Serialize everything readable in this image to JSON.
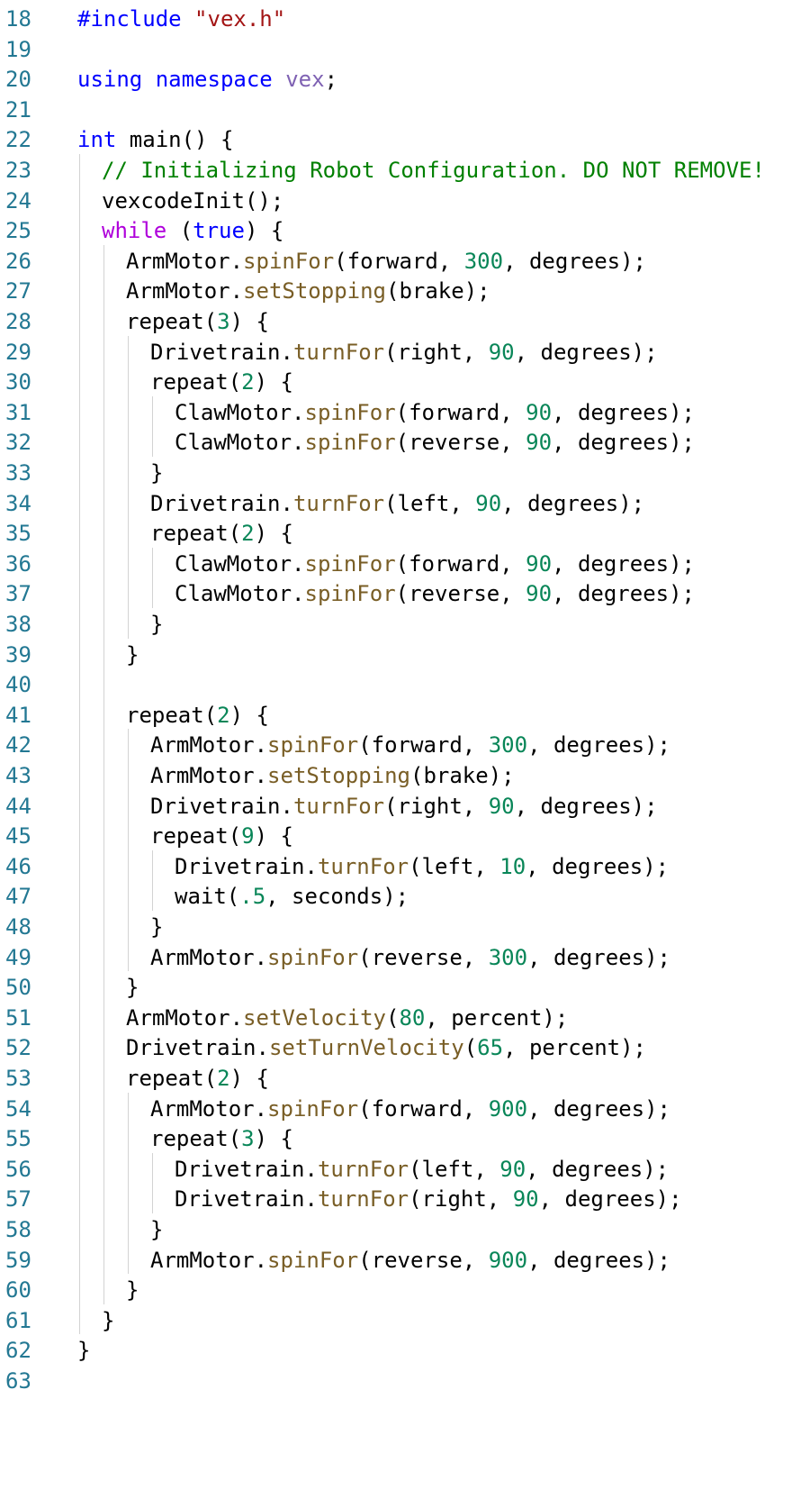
{
  "editor": {
    "language": "cpp",
    "colors": {
      "line_number": "#237893",
      "keyword": "#0000ff",
      "control": "#af00db",
      "namespace": "#7f62b3",
      "string": "#a31515",
      "comment": "#008000",
      "number": "#098658",
      "function": "#795e26",
      "plain": "#000000",
      "indent_guide": "#d3d3d3"
    },
    "lines": [
      {
        "n": "18",
        "indent": 0,
        "tokens": [
          {
            "t": "#include ",
            "k": "keyword"
          },
          {
            "t": "\"vex.h\"",
            "k": "string"
          }
        ]
      },
      {
        "n": "19",
        "indent": 0,
        "tokens": []
      },
      {
        "n": "20",
        "indent": 0,
        "tokens": [
          {
            "t": "using",
            "k": "keyword"
          },
          {
            "t": " ",
            "k": "plain"
          },
          {
            "t": "namespace",
            "k": "keyword"
          },
          {
            "t": " ",
            "k": "plain"
          },
          {
            "t": "vex",
            "k": "namespace"
          },
          {
            "t": ";",
            "k": "plain"
          }
        ]
      },
      {
        "n": "21",
        "indent": 0,
        "tokens": []
      },
      {
        "n": "22",
        "indent": 0,
        "tokens": [
          {
            "t": "int",
            "k": "keyword"
          },
          {
            "t": " main() {",
            "k": "plain"
          }
        ]
      },
      {
        "n": "23",
        "indent": 1,
        "tokens": [
          {
            "t": "// Initializing Robot Configuration. DO NOT REMOVE!",
            "k": "comment"
          }
        ]
      },
      {
        "n": "24",
        "indent": 1,
        "tokens": [
          {
            "t": "vexcodeInit();",
            "k": "plain"
          }
        ]
      },
      {
        "n": "25",
        "indent": 1,
        "tokens": [
          {
            "t": "while",
            "k": "control"
          },
          {
            "t": " (",
            "k": "plain"
          },
          {
            "t": "true",
            "k": "keyword"
          },
          {
            "t": ") {",
            "k": "plain"
          }
        ]
      },
      {
        "n": "26",
        "indent": 2,
        "tokens": [
          {
            "t": "ArmMotor.",
            "k": "plain"
          },
          {
            "t": "spinFor",
            "k": "function"
          },
          {
            "t": "(forward, ",
            "k": "plain"
          },
          {
            "t": "300",
            "k": "number"
          },
          {
            "t": ", degrees);",
            "k": "plain"
          }
        ]
      },
      {
        "n": "27",
        "indent": 2,
        "tokens": [
          {
            "t": "ArmMotor.",
            "k": "plain"
          },
          {
            "t": "setStopping",
            "k": "function"
          },
          {
            "t": "(brake);",
            "k": "plain"
          }
        ]
      },
      {
        "n": "28",
        "indent": 2,
        "tokens": [
          {
            "t": "repeat(",
            "k": "plain"
          },
          {
            "t": "3",
            "k": "number"
          },
          {
            "t": ") {",
            "k": "plain"
          }
        ]
      },
      {
        "n": "29",
        "indent": 3,
        "tokens": [
          {
            "t": "Drivetrain.",
            "k": "plain"
          },
          {
            "t": "turnFor",
            "k": "function"
          },
          {
            "t": "(right, ",
            "k": "plain"
          },
          {
            "t": "90",
            "k": "number"
          },
          {
            "t": ", degrees);",
            "k": "plain"
          }
        ]
      },
      {
        "n": "30",
        "indent": 3,
        "tokens": [
          {
            "t": "repeat(",
            "k": "plain"
          },
          {
            "t": "2",
            "k": "number"
          },
          {
            "t": ") {",
            "k": "plain"
          }
        ]
      },
      {
        "n": "31",
        "indent": 4,
        "tokens": [
          {
            "t": "ClawMotor.",
            "k": "plain"
          },
          {
            "t": "spinFor",
            "k": "function"
          },
          {
            "t": "(forward, ",
            "k": "plain"
          },
          {
            "t": "90",
            "k": "number"
          },
          {
            "t": ", degrees);",
            "k": "plain"
          }
        ]
      },
      {
        "n": "32",
        "indent": 4,
        "tokens": [
          {
            "t": "ClawMotor.",
            "k": "plain"
          },
          {
            "t": "spinFor",
            "k": "function"
          },
          {
            "t": "(reverse, ",
            "k": "plain"
          },
          {
            "t": "90",
            "k": "number"
          },
          {
            "t": ", degrees);",
            "k": "plain"
          }
        ]
      },
      {
        "n": "33",
        "indent": 3,
        "tokens": [
          {
            "t": "}",
            "k": "plain"
          }
        ]
      },
      {
        "n": "34",
        "indent": 3,
        "tokens": [
          {
            "t": "Drivetrain.",
            "k": "plain"
          },
          {
            "t": "turnFor",
            "k": "function"
          },
          {
            "t": "(left, ",
            "k": "plain"
          },
          {
            "t": "90",
            "k": "number"
          },
          {
            "t": ", degrees);",
            "k": "plain"
          }
        ]
      },
      {
        "n": "35",
        "indent": 3,
        "tokens": [
          {
            "t": "repeat(",
            "k": "plain"
          },
          {
            "t": "2",
            "k": "number"
          },
          {
            "t": ") {",
            "k": "plain"
          }
        ]
      },
      {
        "n": "36",
        "indent": 4,
        "tokens": [
          {
            "t": "ClawMotor.",
            "k": "plain"
          },
          {
            "t": "spinFor",
            "k": "function"
          },
          {
            "t": "(forward, ",
            "k": "plain"
          },
          {
            "t": "90",
            "k": "number"
          },
          {
            "t": ", degrees);",
            "k": "plain"
          }
        ]
      },
      {
        "n": "37",
        "indent": 4,
        "tokens": [
          {
            "t": "ClawMotor.",
            "k": "plain"
          },
          {
            "t": "spinFor",
            "k": "function"
          },
          {
            "t": "(reverse, ",
            "k": "plain"
          },
          {
            "t": "90",
            "k": "number"
          },
          {
            "t": ", degrees);",
            "k": "plain"
          }
        ]
      },
      {
        "n": "38",
        "indent": 3,
        "tokens": [
          {
            "t": "}",
            "k": "plain"
          }
        ]
      },
      {
        "n": "39",
        "indent": 2,
        "tokens": [
          {
            "t": "}",
            "k": "plain"
          }
        ]
      },
      {
        "n": "40",
        "indent": 2,
        "tokens": []
      },
      {
        "n": "41",
        "indent": 2,
        "tokens": [
          {
            "t": "repeat(",
            "k": "plain"
          },
          {
            "t": "2",
            "k": "number"
          },
          {
            "t": ") {",
            "k": "plain"
          }
        ]
      },
      {
        "n": "42",
        "indent": 3,
        "tokens": [
          {
            "t": "ArmMotor.",
            "k": "plain"
          },
          {
            "t": "spinFor",
            "k": "function"
          },
          {
            "t": "(forward, ",
            "k": "plain"
          },
          {
            "t": "300",
            "k": "number"
          },
          {
            "t": ", degrees);",
            "k": "plain"
          }
        ]
      },
      {
        "n": "43",
        "indent": 3,
        "tokens": [
          {
            "t": "ArmMotor.",
            "k": "plain"
          },
          {
            "t": "setStopping",
            "k": "function"
          },
          {
            "t": "(brake);",
            "k": "plain"
          }
        ]
      },
      {
        "n": "44",
        "indent": 3,
        "tokens": [
          {
            "t": "Drivetrain.",
            "k": "plain"
          },
          {
            "t": "turnFor",
            "k": "function"
          },
          {
            "t": "(right, ",
            "k": "plain"
          },
          {
            "t": "90",
            "k": "number"
          },
          {
            "t": ", degrees);",
            "k": "plain"
          }
        ]
      },
      {
        "n": "45",
        "indent": 3,
        "tokens": [
          {
            "t": "repeat(",
            "k": "plain"
          },
          {
            "t": "9",
            "k": "number"
          },
          {
            "t": ") {",
            "k": "plain"
          }
        ]
      },
      {
        "n": "46",
        "indent": 4,
        "tokens": [
          {
            "t": "Drivetrain.",
            "k": "plain"
          },
          {
            "t": "turnFor",
            "k": "function"
          },
          {
            "t": "(left, ",
            "k": "plain"
          },
          {
            "t": "10",
            "k": "number"
          },
          {
            "t": ", degrees);",
            "k": "plain"
          }
        ]
      },
      {
        "n": "47",
        "indent": 4,
        "tokens": [
          {
            "t": "wait(",
            "k": "plain"
          },
          {
            "t": ".5",
            "k": "number"
          },
          {
            "t": ", seconds);",
            "k": "plain"
          }
        ]
      },
      {
        "n": "48",
        "indent": 3,
        "tokens": [
          {
            "t": "}",
            "k": "plain"
          }
        ]
      },
      {
        "n": "49",
        "indent": 3,
        "tokens": [
          {
            "t": "ArmMotor.",
            "k": "plain"
          },
          {
            "t": "spinFor",
            "k": "function"
          },
          {
            "t": "(reverse, ",
            "k": "plain"
          },
          {
            "t": "300",
            "k": "number"
          },
          {
            "t": ", degrees);",
            "k": "plain"
          }
        ]
      },
      {
        "n": "50",
        "indent": 2,
        "tokens": [
          {
            "t": "}",
            "k": "plain"
          }
        ]
      },
      {
        "n": "51",
        "indent": 2,
        "tokens": [
          {
            "t": "ArmMotor.",
            "k": "plain"
          },
          {
            "t": "setVelocity",
            "k": "function"
          },
          {
            "t": "(",
            "k": "plain"
          },
          {
            "t": "80",
            "k": "number"
          },
          {
            "t": ", percent);",
            "k": "plain"
          }
        ]
      },
      {
        "n": "52",
        "indent": 2,
        "tokens": [
          {
            "t": "Drivetrain.",
            "k": "plain"
          },
          {
            "t": "setTurnVelocity",
            "k": "function"
          },
          {
            "t": "(",
            "k": "plain"
          },
          {
            "t": "65",
            "k": "number"
          },
          {
            "t": ", percent);",
            "k": "plain"
          }
        ]
      },
      {
        "n": "53",
        "indent": 2,
        "tokens": [
          {
            "t": "repeat(",
            "k": "plain"
          },
          {
            "t": "2",
            "k": "number"
          },
          {
            "t": ") {",
            "k": "plain"
          }
        ]
      },
      {
        "n": "54",
        "indent": 3,
        "tokens": [
          {
            "t": "ArmMotor.",
            "k": "plain"
          },
          {
            "t": "spinFor",
            "k": "function"
          },
          {
            "t": "(forward, ",
            "k": "plain"
          },
          {
            "t": "900",
            "k": "number"
          },
          {
            "t": ", degrees);",
            "k": "plain"
          }
        ]
      },
      {
        "n": "55",
        "indent": 3,
        "tokens": [
          {
            "t": "repeat(",
            "k": "plain"
          },
          {
            "t": "3",
            "k": "number"
          },
          {
            "t": ") {",
            "k": "plain"
          }
        ]
      },
      {
        "n": "56",
        "indent": 4,
        "tokens": [
          {
            "t": "Drivetrain.",
            "k": "plain"
          },
          {
            "t": "turnFor",
            "k": "function"
          },
          {
            "t": "(left, ",
            "k": "plain"
          },
          {
            "t": "90",
            "k": "number"
          },
          {
            "t": ", degrees);",
            "k": "plain"
          }
        ]
      },
      {
        "n": "57",
        "indent": 4,
        "tokens": [
          {
            "t": "Drivetrain.",
            "k": "plain"
          },
          {
            "t": "turnFor",
            "k": "function"
          },
          {
            "t": "(right, ",
            "k": "plain"
          },
          {
            "t": "90",
            "k": "number"
          },
          {
            "t": ", degrees);",
            "k": "plain"
          }
        ]
      },
      {
        "n": "58",
        "indent": 3,
        "tokens": [
          {
            "t": "}",
            "k": "plain"
          }
        ]
      },
      {
        "n": "59",
        "indent": 3,
        "tokens": [
          {
            "t": "ArmMotor.",
            "k": "plain"
          },
          {
            "t": "spinFor",
            "k": "function"
          },
          {
            "t": "(reverse, ",
            "k": "plain"
          },
          {
            "t": "900",
            "k": "number"
          },
          {
            "t": ", degrees);",
            "k": "plain"
          }
        ]
      },
      {
        "n": "60",
        "indent": 2,
        "tokens": [
          {
            "t": "}",
            "k": "plain"
          }
        ]
      },
      {
        "n": "61",
        "indent": 1,
        "tokens": [
          {
            "t": "}",
            "k": "plain"
          }
        ]
      },
      {
        "n": "62",
        "indent": 0,
        "tokens": [
          {
            "t": "}",
            "k": "plain"
          }
        ]
      },
      {
        "n": "63",
        "indent": 0,
        "tokens": []
      }
    ]
  }
}
